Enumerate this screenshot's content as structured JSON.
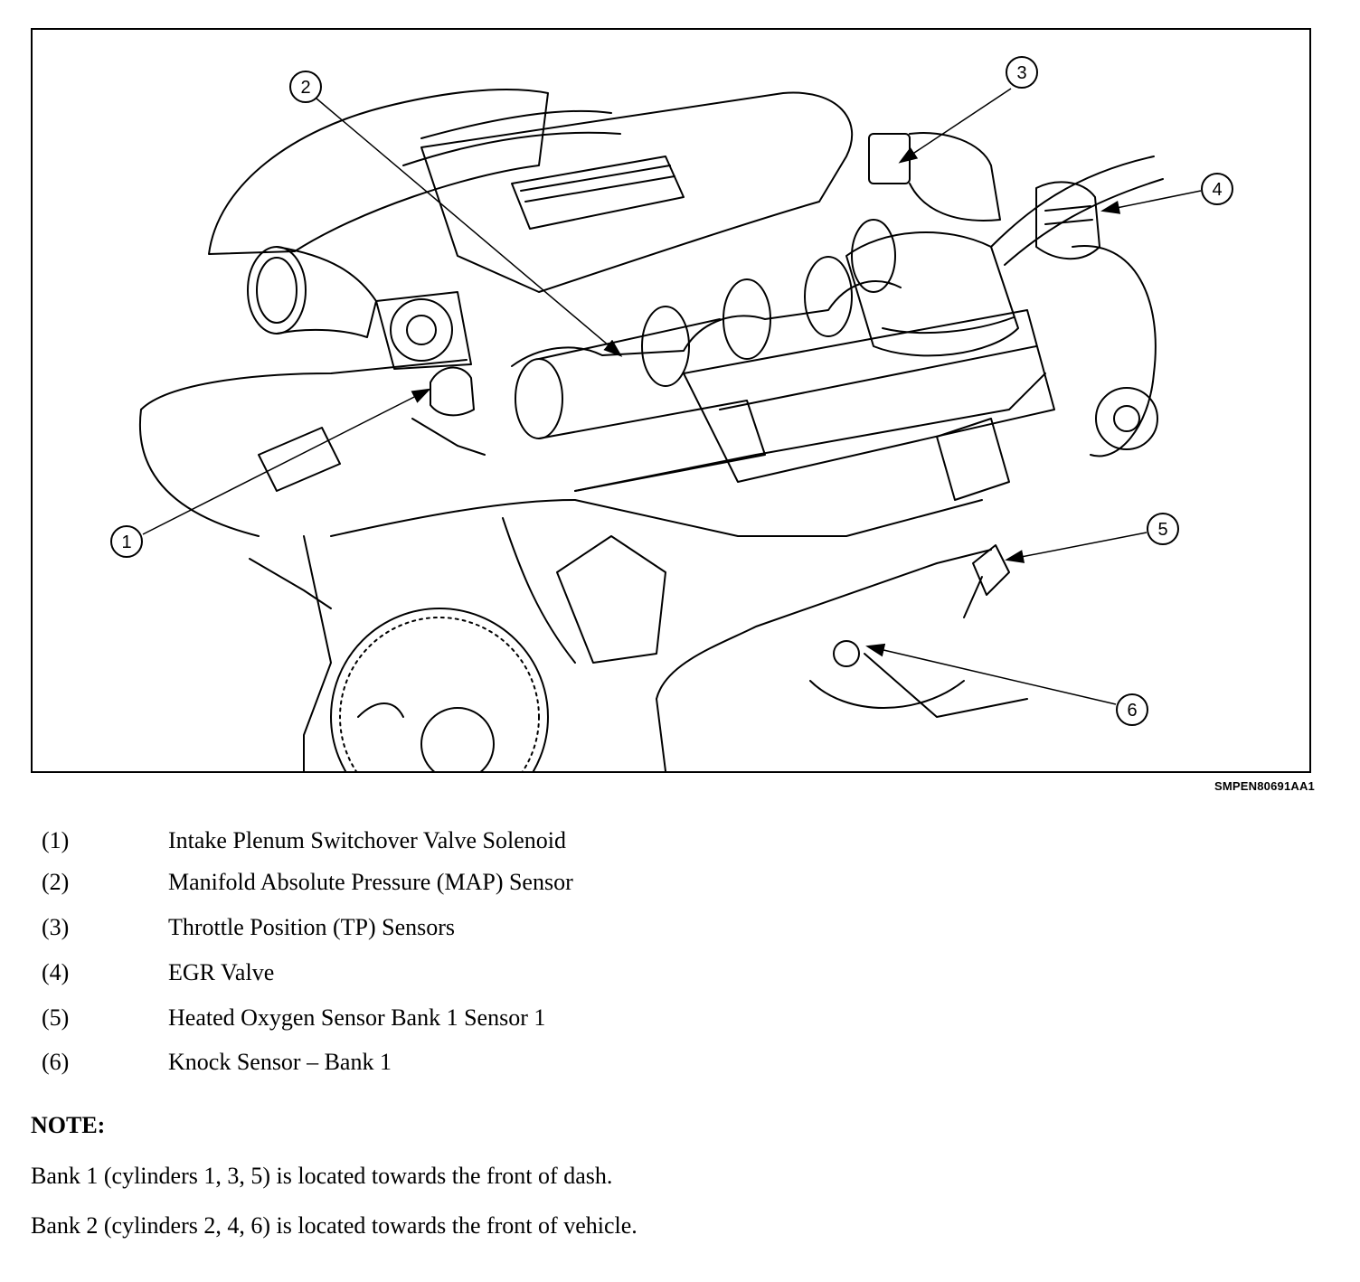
{
  "figure": {
    "id": "SMPEN80691AA1",
    "callouts": [
      "1",
      "2",
      "3",
      "4",
      "5",
      "6"
    ]
  },
  "legend": [
    {
      "num": "(1)",
      "text": "Intake Plenum Switchover Valve Solenoid"
    },
    {
      "num": "(2)",
      "text": "Manifold Absolute Pressure (MAP) Sensor"
    },
    {
      "num": "(3)",
      "text": "Throttle Position (TP) Sensors"
    },
    {
      "num": "(4)",
      "text": "EGR Valve"
    },
    {
      "num": "(5)",
      "text": "Heated Oxygen Sensor Bank 1 Sensor 1"
    },
    {
      "num": "(6)",
      "text": "Knock Sensor – Bank 1"
    }
  ],
  "note": {
    "heading": "NOTE:",
    "lines": [
      "Bank 1 (cylinders 1, 3, 5) is located towards the front of dash.",
      "Bank 2 (cylinders 2, 4, 6) is located towards the front of vehicle."
    ]
  }
}
